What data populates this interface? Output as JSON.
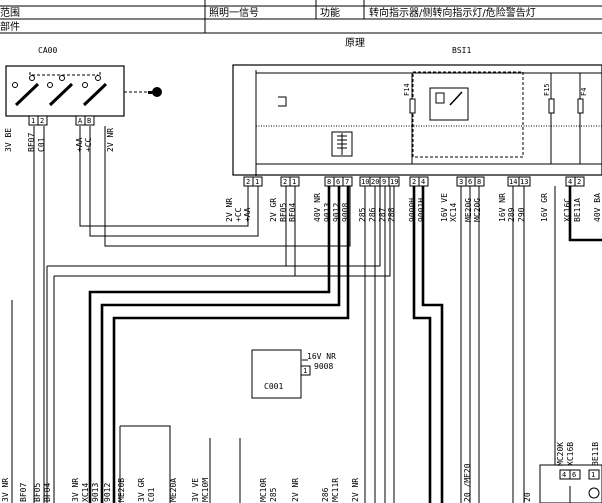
{
  "header": {
    "left_row1": "范围",
    "left_row2": "部件",
    "title_cell": "照明一信号",
    "function_label": "功能",
    "function_text": "转向指示器/侧转向指示灯/危险警告灯"
  },
  "section": {
    "title": "原理"
  },
  "components": {
    "ca00": "CA00",
    "bsi1": "BSI1",
    "c001": "C001",
    "f14": "F14",
    "f15": "F15",
    "f4": "F4"
  },
  "ca00_pins": [
    "1",
    "2",
    "A",
    "B"
  ],
  "ca00_wires": [
    "3V BE",
    "BF07",
    "C01",
    "+AA",
    "+CC",
    "2V NR"
  ],
  "bsi_pins": [
    "2",
    "1",
    "2",
    "1",
    "8",
    "6",
    "7",
    "10",
    "20",
    "9",
    "19",
    "2",
    "4",
    "3",
    "6",
    "8",
    "14",
    "13",
    "4",
    "2"
  ],
  "bsi_wires": [
    "2V NR",
    "+CC",
    "+AA",
    "2V GR",
    "BF05",
    "BF04",
    "40V NR",
    "9013",
    "9012",
    "9008",
    "285",
    "286",
    "287",
    "288",
    "9000H",
    "9001H",
    "16V VE",
    "XC14",
    "ME20G",
    "MC20G",
    "16V NR",
    "289",
    "290",
    "16V GR",
    "XC16C",
    "BE11A",
    "40V BA"
  ],
  "c001_label": {
    "line1": "16V NR",
    "line2": "9008",
    "pin": "1"
  },
  "bottom_wires": [
    "3V NR",
    "BF07",
    "BF05",
    "BF04",
    "3V NR",
    "XC14",
    "9013",
    "9012",
    "ME20B",
    "3V GR",
    "C01",
    "ME20A",
    "3V VE",
    "MC10M",
    "MC10R",
    "285",
    "2V NR",
    "286",
    "MC11R",
    "2V NR",
    "20 /ME20",
    "20"
  ],
  "br_labels": [
    "MC20K",
    "XC16B",
    "BE11B"
  ],
  "br_pins": [
    "4",
    "6",
    "1"
  ]
}
